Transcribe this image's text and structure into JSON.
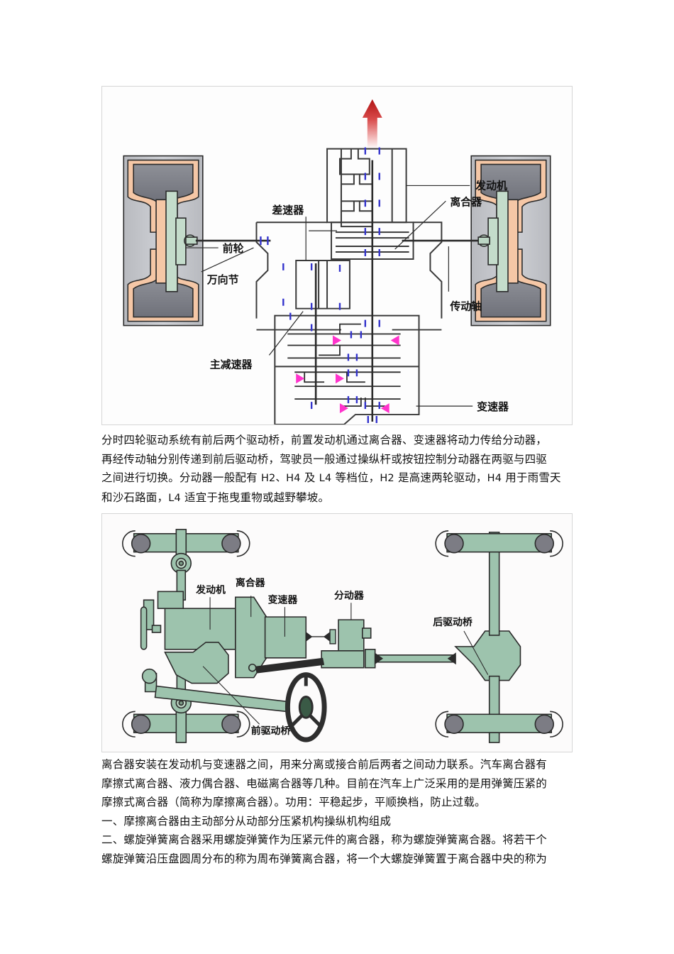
{
  "document": {
    "figure1": {
      "name": "part-time-4wd-powertrain-layout-diagram",
      "labels": {
        "engine": "发动机",
        "clutch": "离合器",
        "differential": "差速器",
        "front_wheel": "前轮",
        "universal_joint": "万向节",
        "final_drive": "主减速器",
        "transmission": "变速器",
        "drive_shaft": "传动轴"
      },
      "colors": {
        "tire_rubber": "#f5c7a6",
        "rim_gray": "#c4c6cb",
        "hub_green": "#c4dccb",
        "line": "#3a3a3a",
        "bearing_blue": "#3333cc",
        "arrow_magenta": "#ff33cc",
        "direction_arrow_red": "#c41b1b",
        "frame": "#d6d6d6",
        "background": "#fdfdfd"
      }
    },
    "figure2": {
      "name": "four-wheel-drive-chassis-layout-diagram",
      "labels": {
        "engine": "发动机",
        "clutch": "离合器",
        "transmission": "变速器",
        "transfer_case": "分动器",
        "rear_drive_axle": "后驱动桥",
        "front_drive_axle": "前驱动桥"
      },
      "colors": {
        "body_green": "#9dc3ad",
        "tire_orange": "#e9a178",
        "hub_gray": "#7c7c84",
        "line": "#2b2b2b",
        "steering_wheel": "#2e2e2e",
        "frame": "#d6d6d6",
        "background": "#fdfdfd"
      }
    },
    "paragraph1": {
      "line1": "分时四轮驱动系统有前后两个驱动桥，前置发动机通过离合器、变速器将动力传给分动器，",
      "line2": "再经传动轴分别传递到前后驱动桥，驾驶员一般通过操纵杆或按钮控制分动器在两驱与四驱",
      "line3_a": "之间进行切换。分动器一般配有 ",
      "line3_b": "H2、H4",
      "line3_c": " 及 ",
      "line3_d": "L4",
      "line3_e": " 等档位，",
      "line3_f": "H2",
      "line3_g": " 是高速两轮驱动，",
      "line3_h": "H4",
      "line3_i": " 用于雨雪天",
      "line4_a": "和沙石路面，",
      "line4_b": "L4",
      "line4_c": " 适宜于拖曳重物或越野攀坡。"
    },
    "paragraph2": {
      "line1": "离合器安装在发动机与变速器之间，用来分离或接合前后两者之间动力联系。汽车离合器有",
      "line2": "摩擦式离合器、液力偶合器、电磁离合器等几种。目前在汽车上广泛采用的是用弹簧压紧的",
      "line3": "摩擦式离合器（简称为摩擦离合器）。功用：平稳起步，平顺换档，防止过载。",
      "line4": "一、摩擦离合器由主动部分从动部分压紧机构操纵机构组成",
      "line5": "二、螺旋弹簧离合器采用螺旋弹簧作为压紧元件的离合器，称为螺旋弹簧离合器。将若干个",
      "line6": "螺旋弹簧沿压盘圆周分布的称为周布弹簧离合器，将一个大螺旋弹簧置于离合器中央的称为"
    }
  }
}
